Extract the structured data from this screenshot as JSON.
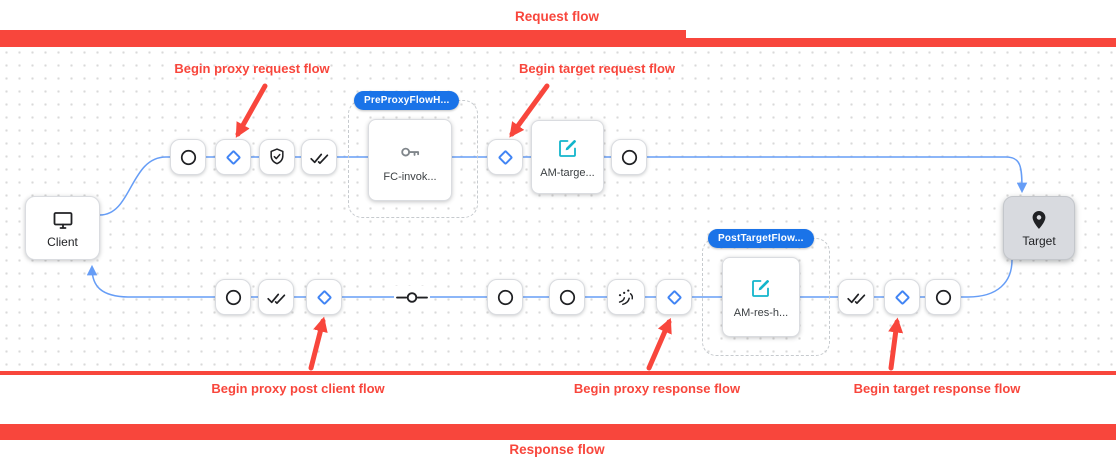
{
  "colors": {
    "annotation_red": "#f8463c",
    "flow_blue": "#669df6",
    "pill_blue": "#1a73e8",
    "policy_teal": "#12b5cb",
    "node_border": "#dadce0",
    "ink": "#202124"
  },
  "header": {
    "title": "Request flow"
  },
  "footer": {
    "title": "Response flow"
  },
  "annotations": {
    "proxy_request": "Begin proxy request flow",
    "target_request": "Begin target request flow",
    "proxy_post_client": "Begin proxy post client flow",
    "proxy_response": "Begin proxy response flow",
    "target_response": "Begin target response flow"
  },
  "endpoints": {
    "client": "Client",
    "target": "Target"
  },
  "groups": {
    "pre_proxy": {
      "badge": "PreProxyFlowH...",
      "policy": "FC-invok..."
    },
    "post_target": {
      "badge": "PostTargetFlow...",
      "policy": "AM-res-h..."
    }
  },
  "policies": {
    "am_target": "AM-targe..."
  },
  "icons": {
    "client": "monitor-icon",
    "target": "map-pin-icon",
    "steps": {
      "circle": "circle-icon",
      "diamond": "diamond-icon",
      "shield": "shield-check-icon",
      "double_check": "double-check-icon",
      "commit": "commit-node-icon",
      "signal": "signal-waves-icon"
    },
    "policy_icons": {
      "flow_callout": "key-icon",
      "assign_message": "edit-square-icon"
    }
  }
}
